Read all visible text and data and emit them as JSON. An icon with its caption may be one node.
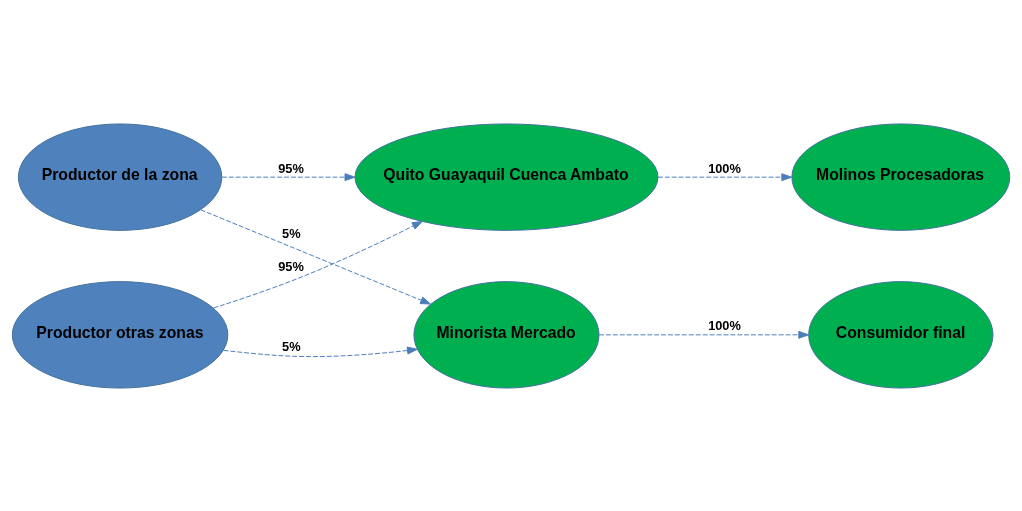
{
  "diagram": {
    "nodes": [
      {
        "text": [
          "Productor de la zona"
        ]
      },
      {
        "text": [
          "Productor otras zonas"
        ]
      },
      {
        "text": [
          "Quito Guayaquil Cuenca Ambato"
        ]
      },
      {
        "text": [
          "Minorista Mercado"
        ]
      },
      {
        "text": [
          "Molinos Procesadoras"
        ]
      },
      {
        "text": [
          "Consumidor final"
        ]
      }
    ],
    "edges": [
      {
        "from": 0,
        "to": 2,
        "arrow": "to",
        "label": "95%",
        "style": "dashed"
      },
      {
        "from": 0,
        "to": 3,
        "arrow": "to",
        "label": "5%",
        "style": "dashed"
      },
      {
        "from": 1,
        "to": 2,
        "arrow": "to",
        "label": "95%",
        "style": "dashed"
      },
      {
        "from": 1,
        "to": 3,
        "arrow": "to",
        "label": "5%",
        "style": "dashed"
      },
      {
        "from": 2,
        "to": 4,
        "arrow": "to",
        "label": "100%",
        "style": "dashed"
      },
      {
        "from": 3,
        "to": 5,
        "arrow": "to",
        "label": "100%",
        "style": "dashed"
      }
    ]
  }
}
